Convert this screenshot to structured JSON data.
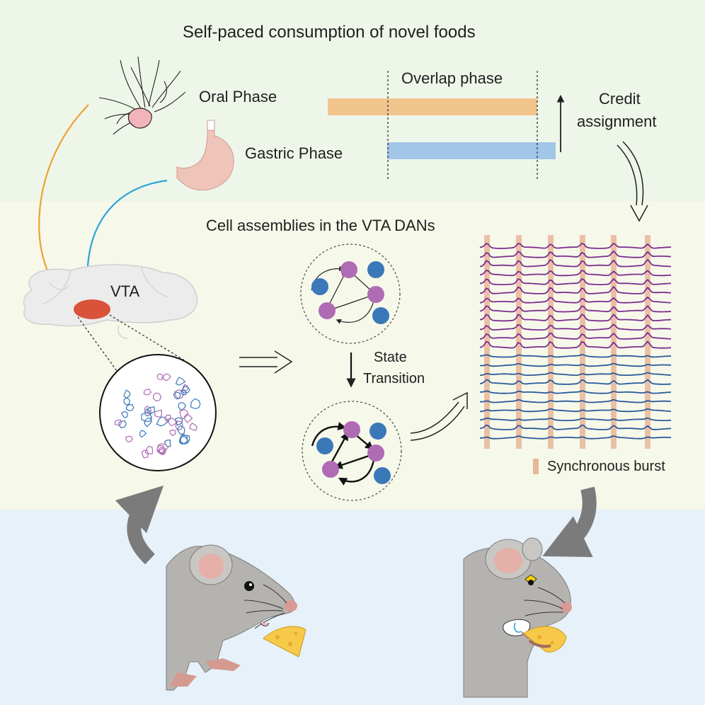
{
  "title": "Self-paced consumption of novel foods",
  "phases": {
    "oral_label": "Oral Phase",
    "gastric_label": "Gastric Phase",
    "overlap_label": "Overlap phase",
    "credit_label_line1": "Credit",
    "credit_label_line2": "assignment"
  },
  "brain": {
    "vta_label": "VTA",
    "assemblies_title": "Cell assemblies in the VTA DANs"
  },
  "transition": {
    "line1": "State",
    "line2": "Transition"
  },
  "legend": {
    "burst_label": "Synchronous burst"
  },
  "colors": {
    "oral": "#f2c48d",
    "gastric": "#a2c6e8",
    "orange_arrow": "#f0a030",
    "blue_arrow": "#2aa3d8",
    "purple_neuron": "#b06bb5",
    "blue_neuron": "#3b78b8",
    "purple_trace": "#7b2d8e",
    "blue_trace": "#2a5a9a",
    "burst": "#e8b79a",
    "vta": "#d9533a",
    "cheese": "#f7c948",
    "top_band": "#eef6ea",
    "middle_band": "#f6f8ea",
    "bottom_band": "#e6f1fa"
  }
}
